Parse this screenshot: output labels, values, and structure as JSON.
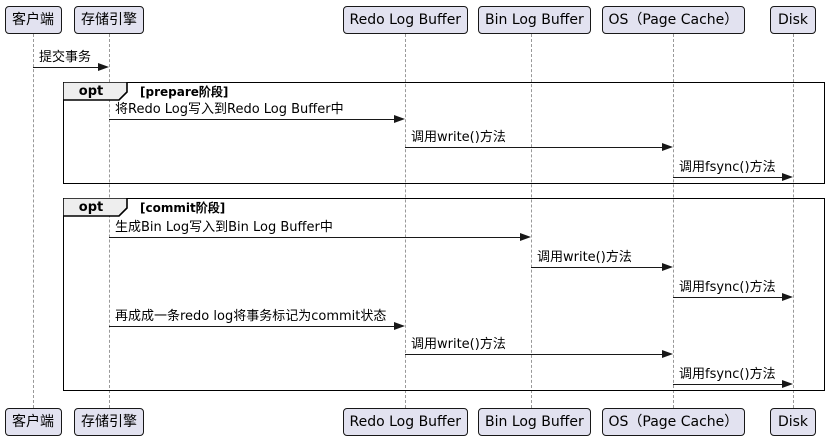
{
  "diagram": {
    "type": "sequence-diagram",
    "participants": [
      {
        "id": "client",
        "label": "客户端"
      },
      {
        "id": "storage-engine",
        "label": "存储引擎"
      },
      {
        "id": "redo-log-buffer",
        "label": "Redo Log Buffer"
      },
      {
        "id": "bin-log-buffer",
        "label": "Bin Log Buffer"
      },
      {
        "id": "os-page-cache",
        "label": "OS（Page Cache）"
      },
      {
        "id": "disk",
        "label": "Disk"
      }
    ],
    "fragments": [
      {
        "operator": "opt",
        "guard": "[prepare阶段]"
      },
      {
        "operator": "opt",
        "guard": "[commit阶段]"
      }
    ],
    "messages": [
      {
        "from": "client",
        "to": "storage-engine",
        "text": "提交事务"
      },
      {
        "from": "storage-engine",
        "to": "redo-log-buffer",
        "text": "将Redo Log写入到Redo Log Buffer中",
        "fragment": "prepare"
      },
      {
        "from": "redo-log-buffer",
        "to": "os-page-cache",
        "text": "调用write()方法",
        "fragment": "prepare"
      },
      {
        "from": "os-page-cache",
        "to": "disk",
        "text": "调用fsync()方法",
        "fragment": "prepare"
      },
      {
        "from": "storage-engine",
        "to": "bin-log-buffer",
        "text": "生成Bin Log写入到Bin Log Buffer中",
        "fragment": "commit"
      },
      {
        "from": "bin-log-buffer",
        "to": "os-page-cache",
        "text": "调用write()方法",
        "fragment": "commit"
      },
      {
        "from": "os-page-cache",
        "to": "disk",
        "text": "调用fsync()方法",
        "fragment": "commit"
      },
      {
        "from": "storage-engine",
        "to": "redo-log-buffer",
        "text": "再成成一条redo log将事务标记为commit状态",
        "fragment": "commit"
      },
      {
        "from": "redo-log-buffer",
        "to": "os-page-cache",
        "text": "调用write()方法",
        "fragment": "commit"
      },
      {
        "from": "os-page-cache",
        "to": "disk",
        "text": "调用fsync()方法",
        "fragment": "commit"
      }
    ],
    "colors": {
      "participant_fill": "#E2E2F0",
      "participant_border": "#181818",
      "lifeline": "#999999",
      "frame_border": "#000000",
      "fragment_tab_fill": "#EEEEEE",
      "text": "#000000",
      "background": "#FFFFFF"
    }
  }
}
